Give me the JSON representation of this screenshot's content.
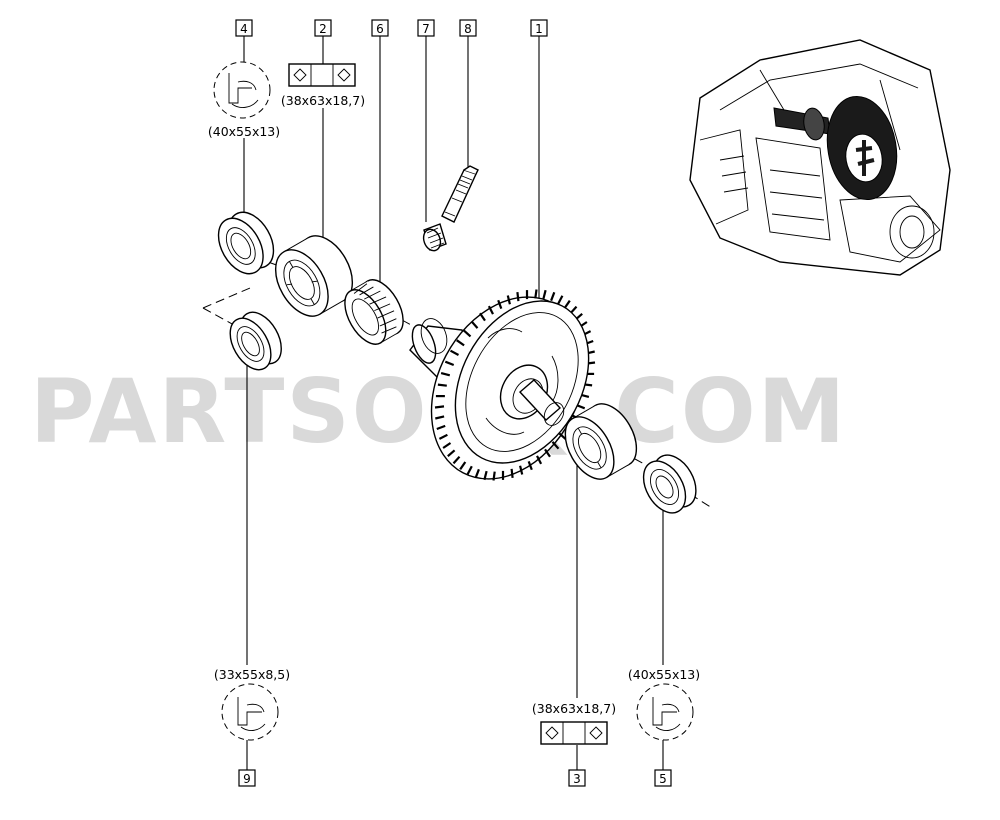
{
  "callouts": {
    "c1": "1",
    "c2": "2",
    "c3": "3",
    "c4": "4",
    "c5": "5",
    "c6": "6",
    "c7": "7",
    "c8": "8",
    "c9": "9"
  },
  "dimensions": {
    "seal_4": "(40x55x13)",
    "bearing_2": "(38x63x18,7)",
    "seal_9": "(33x55x8,5)",
    "bearing_3": "(38x63x18,7)",
    "seal_5": "(40x55x13)"
  },
  "watermark": "PARTSOUQ.COM",
  "colors": {
    "ink": "#000000",
    "watermark": "#d9d9d9",
    "background": "#ffffff"
  },
  "icons": [
    "oil-seal-symbol-icon",
    "bearing-symbol-icon"
  ]
}
